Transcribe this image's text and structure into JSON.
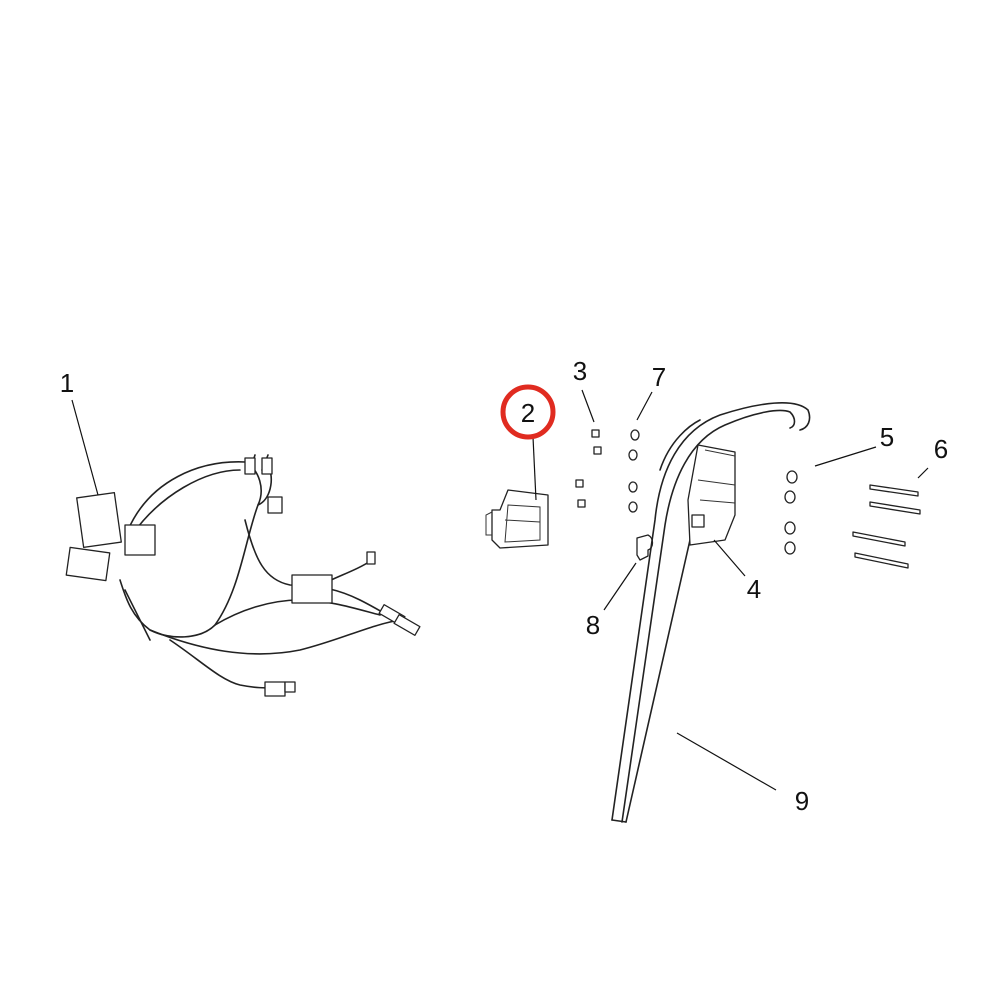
{
  "diagram": {
    "type": "exploded-parts-diagram",
    "callouts": [
      {
        "id": "1",
        "label": "1",
        "part": "wiring-harness"
      },
      {
        "id": "2",
        "label": "2",
        "part": "bracket",
        "highlighted": true
      },
      {
        "id": "3",
        "label": "3",
        "part": "nuts"
      },
      {
        "id": "4",
        "label": "4",
        "part": "relay-box"
      },
      {
        "id": "5",
        "label": "5",
        "part": "washers"
      },
      {
        "id": "6",
        "label": "6",
        "part": "bolts"
      },
      {
        "id": "7",
        "label": "7",
        "part": "washers-small"
      },
      {
        "id": "8",
        "label": "8",
        "part": "clip"
      },
      {
        "id": "9",
        "label": "9",
        "part": "cable-harness"
      }
    ],
    "highlight_color": "#e02b20"
  }
}
